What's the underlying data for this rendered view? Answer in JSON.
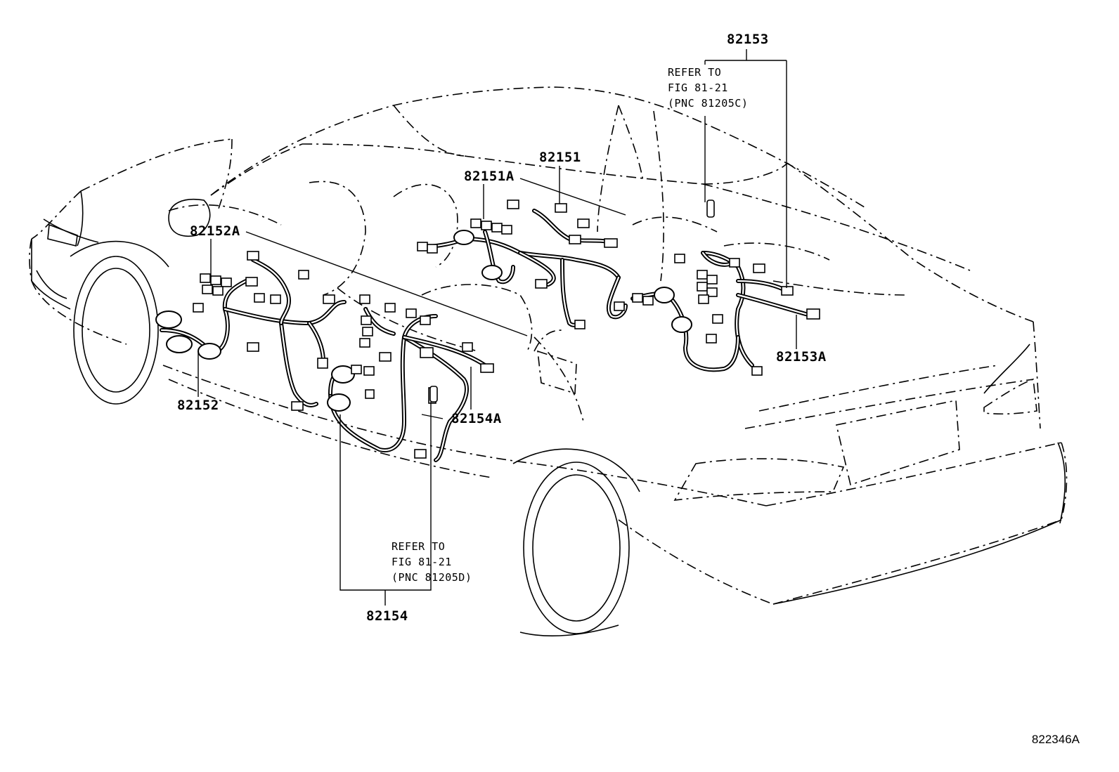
{
  "diagram": {
    "parts": {
      "p82153": "82153",
      "p82151": "82151",
      "p82151A": "82151A",
      "p82152A": "82152A",
      "p82152": "82152",
      "p82153A": "82153A",
      "p82154A": "82154A",
      "p82154": "82154"
    },
    "references": {
      "top": [
        "REFER TO",
        "FIG 81-21",
        "(PNC 81205C)"
      ],
      "bottom": [
        "REFER TO",
        "FIG 81-21",
        "(PNC 81205D)"
      ]
    },
    "figure_id": "822346A"
  }
}
